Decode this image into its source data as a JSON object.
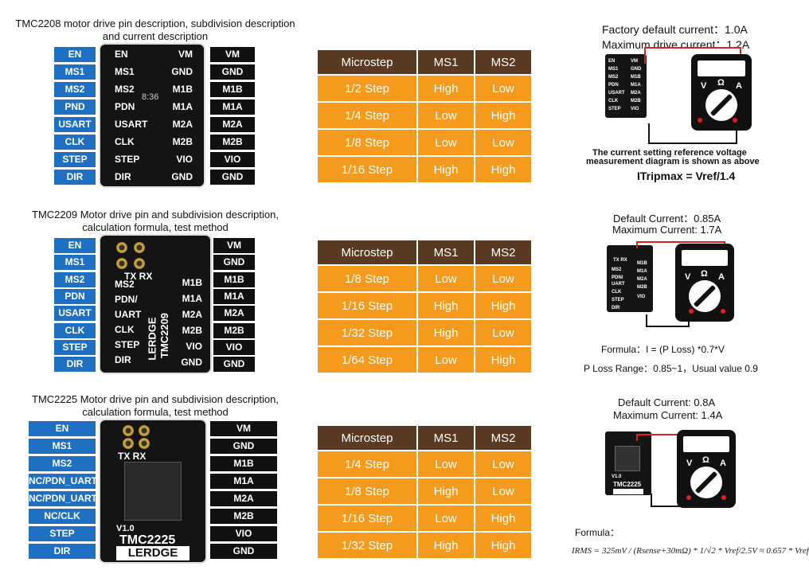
{
  "sections": [
    {
      "caption": "TMC2208 motor drive pin description, subdivision description\nand current description",
      "left_pins": [
        "EN",
        "MS1",
        "MS2",
        "PND",
        "USART",
        "CLK",
        "STEP",
        "DIR"
      ],
      "right_pins": [
        "VM",
        "GND",
        "M1B",
        "M1A",
        "M2A",
        "M2B",
        "VIO",
        "GND"
      ],
      "board_left_labels": [
        "EN",
        "MS1",
        "MS2",
        "PDN",
        "USART",
        "CLK",
        "STEP",
        "DIR"
      ],
      "board_right_labels": [
        "VM",
        "GND",
        "M1B",
        "M1A",
        "M2A",
        "M2B",
        "VIO",
        "GND"
      ],
      "board_extra": "8:36",
      "table": {
        "headers": [
          "Microstep",
          "MS1",
          "MS2"
        ],
        "rows": [
          [
            "1/2 Step",
            "High",
            "Low"
          ],
          [
            "1/4 Step",
            "Low",
            "High"
          ],
          [
            "1/8 Step",
            "Low",
            "Low"
          ],
          [
            "1/16 Step",
            "High",
            "High"
          ]
        ]
      },
      "current": {
        "line1": "Factory default current：1.0A",
        "line2": "Maximum drive current：1.2A",
        "note1": "The current setting reference voltage",
        "note2": "measurement diagram is shown as above",
        "formula": "ITripmax = Vref/1.4"
      }
    },
    {
      "caption": "TMC2209 Motor drive pin and subdivision description,\ncalculation formula, test method",
      "left_pins": [
        "EN",
        "MS1",
        "MS2",
        "PDN",
        "USART",
        "CLK",
        "STEP",
        "DIR"
      ],
      "right_pins": [
        "VM",
        "GND",
        "M1B",
        "M1A",
        "M2A",
        "M2B",
        "VIO",
        "GND"
      ],
      "board_left_labels": [
        "MS2",
        "PDN/",
        "UART",
        "CLK",
        "STEP",
        "DIR"
      ],
      "board_right_labels": [
        "M1B",
        "M1A",
        "M2A",
        "M2B",
        "VIO",
        "GND"
      ],
      "board_top": "TX RX",
      "board_vertical": [
        "LERDGE",
        "TMC2209"
      ],
      "table": {
        "headers": [
          "Microstep",
          "MS1",
          "MS2"
        ],
        "rows": [
          [
            "1/8 Step",
            "Low",
            "Low"
          ],
          [
            "1/16 Step",
            "High",
            "High"
          ],
          [
            "1/32 Step",
            "High",
            "Low"
          ],
          [
            "1/64 Step",
            "Low",
            "High"
          ]
        ]
      },
      "current": {
        "line1": "Default Current：0.85A",
        "line2": "Maximum Current: 1.7A",
        "formula": "Formula：I = (P Loss) *0.7*V",
        "range": "P Loss Range：0.85~1，Usual value 0.9"
      }
    },
    {
      "caption": "TMC2225 Motor drive pin and subdivision description,\ncalculation formula, test method",
      "left_pins": [
        "EN",
        "MS1",
        "MS2",
        "NC/PDN_UART",
        "NC/PDN_UART",
        "NC/CLK",
        "STEP",
        "DIR"
      ],
      "right_pins": [
        "VM",
        "GND",
        "M1B",
        "M1A",
        "M2A",
        "M2B",
        "VIO",
        "GND"
      ],
      "board_top": "TX RX",
      "board_bottom": [
        "V1.0",
        "TMC2225",
        "LERDGE"
      ],
      "table": {
        "headers": [
          "Microstep",
          "MS1",
          "MS2"
        ],
        "rows": [
          [
            "1/4 Step",
            "Low",
            "Low"
          ],
          [
            "1/8 Step",
            "High",
            "Low"
          ],
          [
            "1/16 Step",
            "Low",
            "High"
          ],
          [
            "1/32 Step",
            "High",
            "High"
          ]
        ]
      },
      "current": {
        "line1": "Default Current: 0.8A",
        "line2": "Maximum Current: 1.4A",
        "formula_label": "Formula：",
        "formula": "IRMS = 325mV / (Rsense+30mΩ) * 1/√2 * Vref/2.5V ≈ 0.657 * Vref"
      }
    }
  ],
  "meter_labels": [
    "V",
    "Ω",
    "A"
  ],
  "colors": {
    "pin_blue": "#1f6fc3",
    "pin_black": "#111111",
    "table_head": "#5a3a22",
    "table_row": "#f59a1c",
    "probe_red": "#e02020"
  }
}
